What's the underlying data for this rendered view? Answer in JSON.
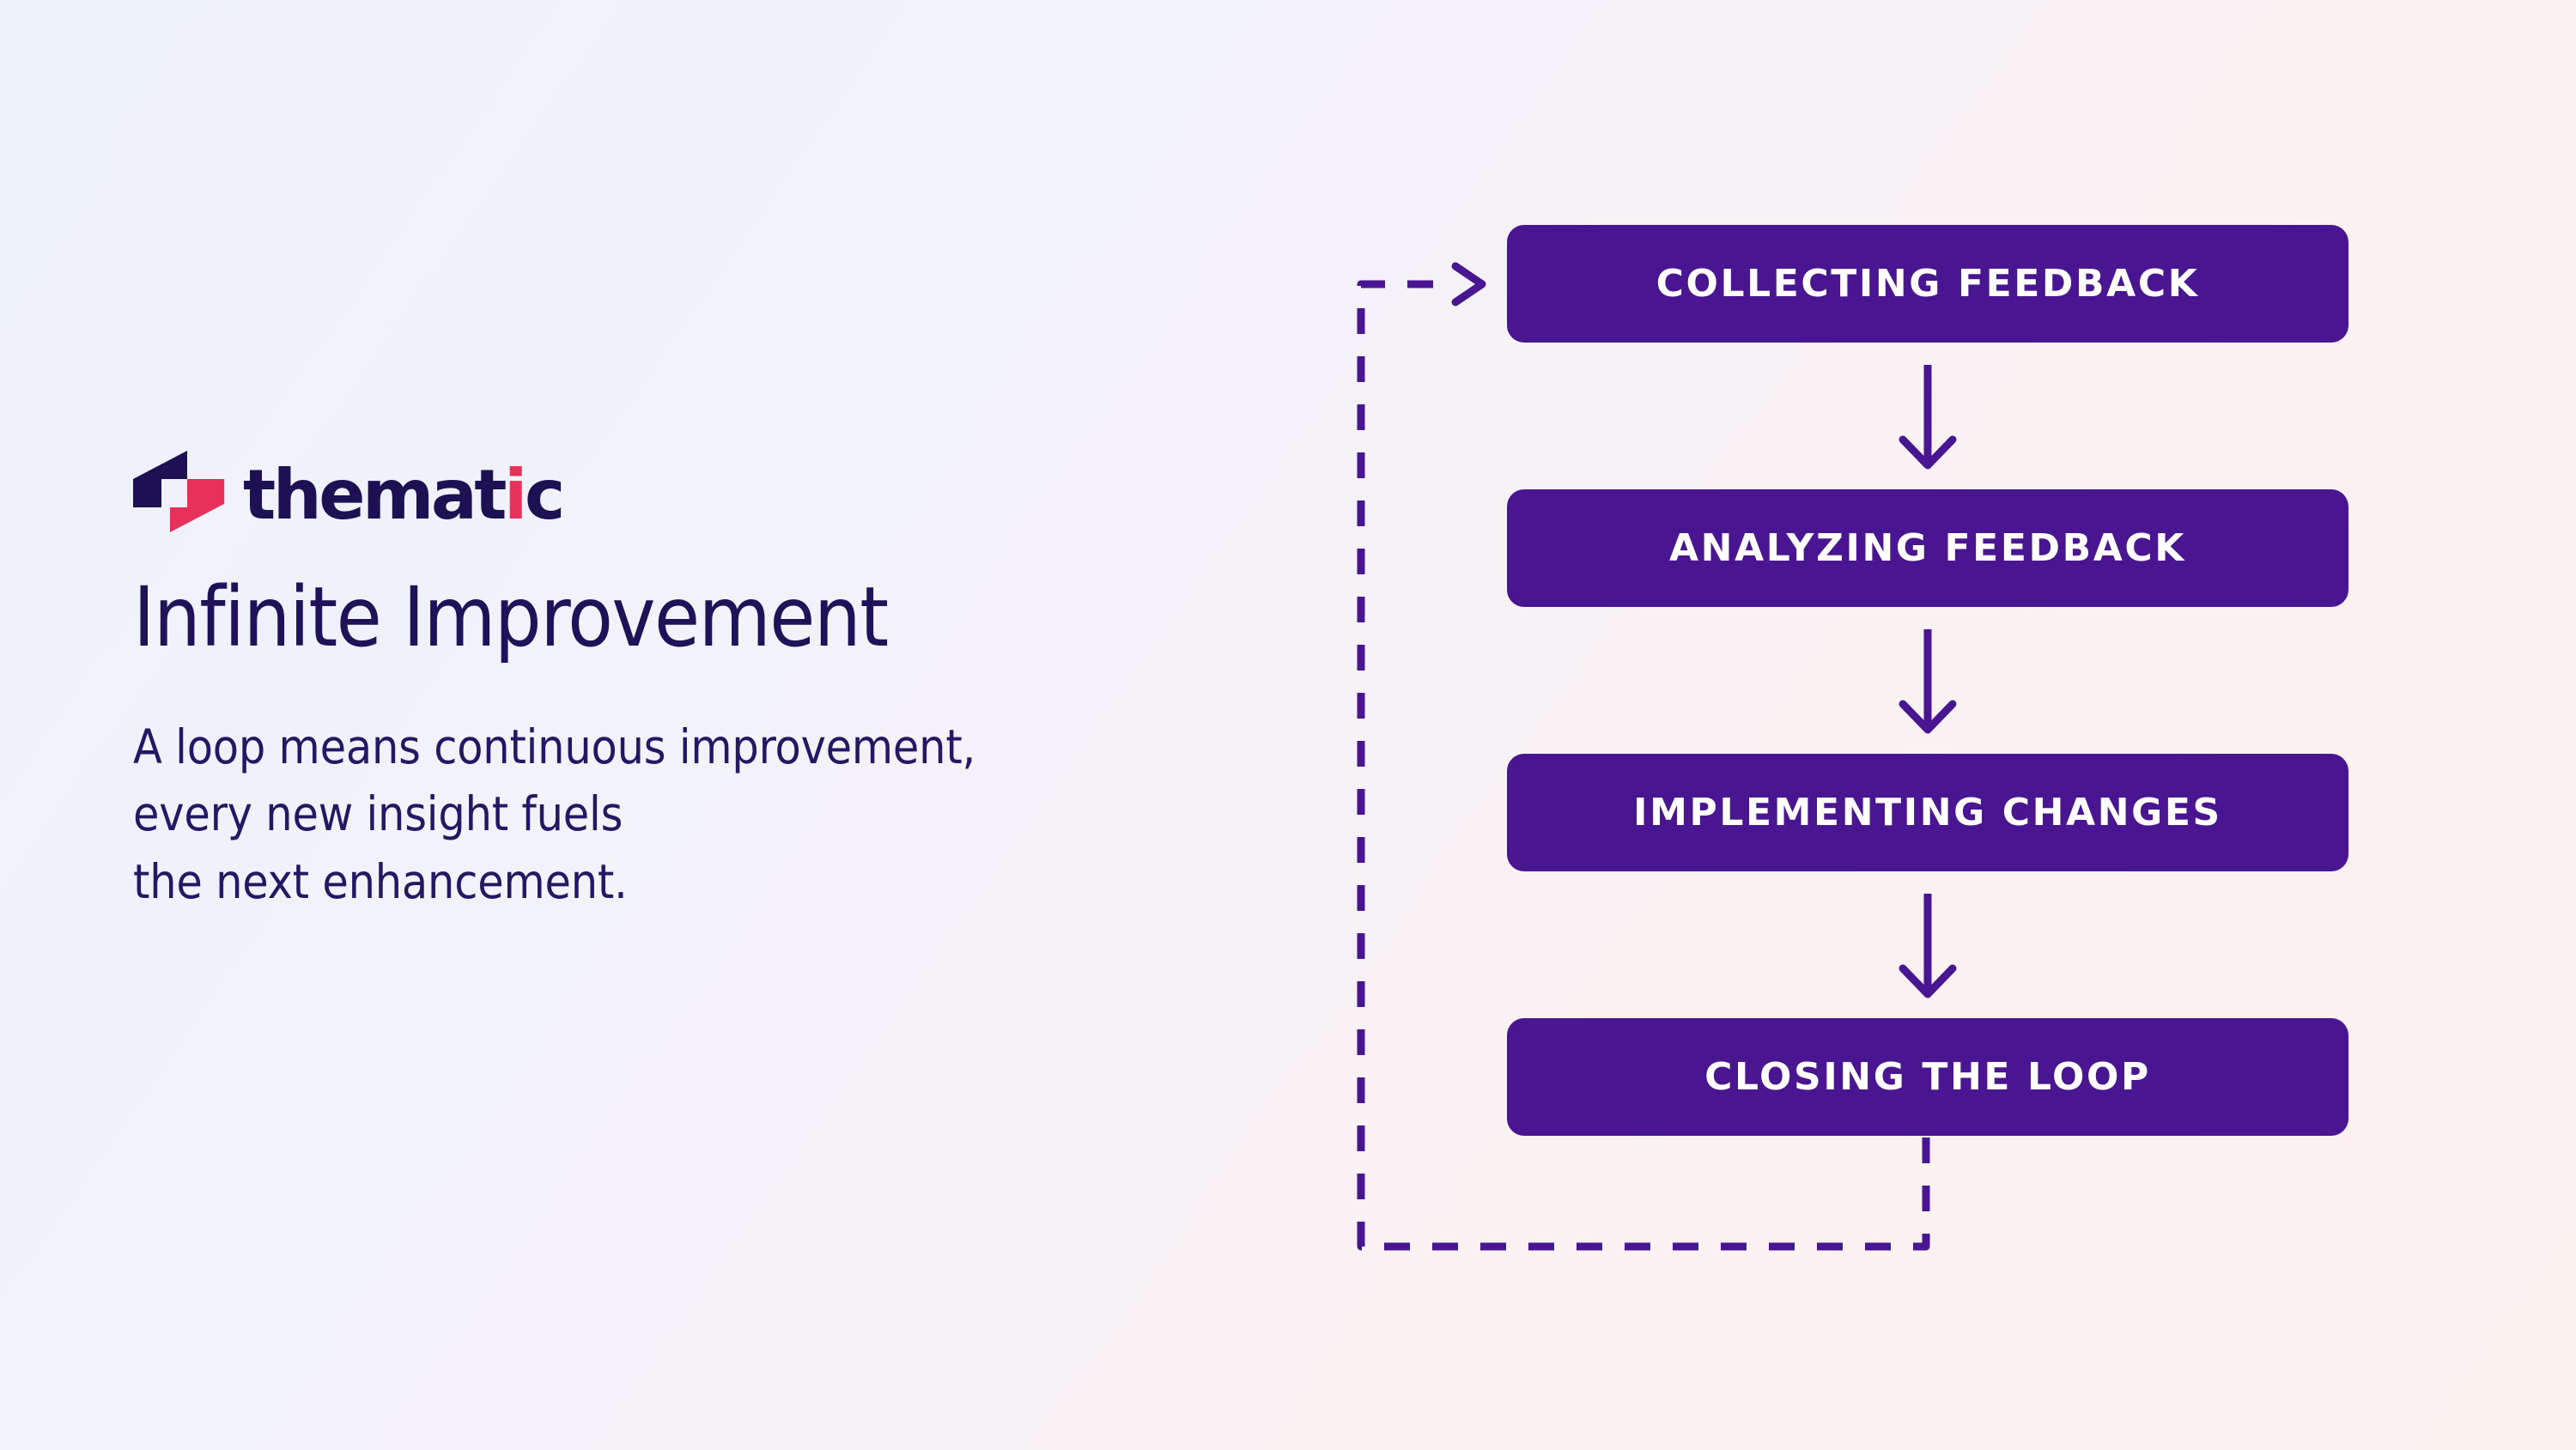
{
  "page": {
    "background_start_color": "#eef2fd",
    "background_end_color": "#fdf1ef"
  },
  "brand": {
    "name": "thematic",
    "wordmark_prefix": "themat",
    "wordmark_dot_letter": "i",
    "wordmark_suffix": "c",
    "logo_navy_color": "#1d1053",
    "logo_crimson_color": "#e6315a"
  },
  "left_panel": {
    "title": "Infinite Improvement",
    "title_color": "#201259",
    "subtitle_lines": [
      "A loop means continuous improvement,",
      "every new insight fuels",
      "the next enhancement."
    ],
    "subtitle_color": "#241763"
  },
  "chart_data": {
    "type": "diagram",
    "diagram_kind": "cyclical-flow",
    "title": "Infinite Improvement",
    "accent_color": "#4a1590",
    "node_text_color": "#ffffff",
    "nodes": [
      {
        "id": "collecting-feedback",
        "label": "COLLECTING FEEDBACK"
      },
      {
        "id": "analyzing-feedback",
        "label": "ANALYZING FEEDBACK"
      },
      {
        "id": "implementing-changes",
        "label": "IMPLEMENTING CHANGES"
      },
      {
        "id": "closing-the-loop",
        "label": "CLOSING THE LOOP"
      }
    ],
    "edges": [
      {
        "from": "collecting-feedback",
        "to": "analyzing-feedback",
        "style": "solid",
        "direction": "down"
      },
      {
        "from": "analyzing-feedback",
        "to": "implementing-changes",
        "style": "solid",
        "direction": "down"
      },
      {
        "from": "implementing-changes",
        "to": "closing-the-loop",
        "style": "solid",
        "direction": "down"
      },
      {
        "from": "closing-the-loop",
        "to": "collecting-feedback",
        "style": "dashed",
        "direction": "loop-back"
      }
    ],
    "legend": [],
    "annotations": []
  }
}
